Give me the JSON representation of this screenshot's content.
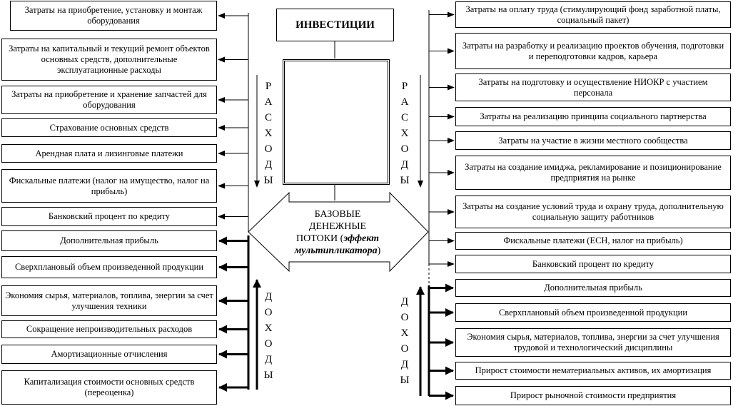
{
  "title": "ИНВЕСТИЦИИ",
  "center": {
    "line1": "БАЗОВЫЕ",
    "line2": "ДЕНЕЖНЫЕ",
    "line3_a": "ПОТОКИ (",
    "line3_b": "эффект",
    "line4_a": "мультипликатора",
    "line4_b": ")"
  },
  "left_expenses_label": [
    "Р",
    "А",
    "С",
    "Х",
    "О",
    "Д",
    "Ы"
  ],
  "left_income_label": [
    "Д",
    "О",
    "Х",
    "О",
    "Д",
    "Ы"
  ],
  "right_expenses_label": [
    "Р",
    "А",
    "С",
    "Х",
    "О",
    "Д",
    "Ы"
  ],
  "right_income_label": [
    "Д",
    "О",
    "Х",
    "О",
    "Д",
    "Ы"
  ],
  "left_expenses": [
    "Затраты на приобретение, установку и монтаж оборудования",
    "Затраты на капитальный и текущий ремонт объектов основных средств, дополнительные эксплуатационные расходы",
    "Затраты на приобретение и хранение запчастей для оборудования",
    "Страхование основных средств",
    "Арендная плата и лизинговые платежи",
    "Фискальные платежи (налог на имущество, налог на прибыль)",
    "Банковский процент по кредиту"
  ],
  "left_income": [
    "Дополнительная прибыль",
    "Сверхплановый объем произведенной продукции",
    "Экономия сырья, материалов, топлива, энергии за счет улучшения техники",
    "Сокращение непроизводительных расходов",
    "Амортизационные отчисления",
    "Капитализация стоимости основных средств (переоценка)"
  ],
  "right_expenses": [
    "Затраты на оплату труда (стимулирующий фонд заработной платы, социальный пакет)",
    "Затраты на разработку и реализацию проектов обучения, подготовки и переподготовки кадров, карьера",
    "Затраты на подготовку и осуществление НИОКР с участием персонала",
    "Затраты на реализацию принципа социального партнерства",
    "Затраты на участие в жизни местного сообщества",
    "Затраты на создание имиджа, рекламирование и позиционирование предприятия на рынке",
    "Затраты на создание условий труда и охрану труда, дополнительную социальную защиту работников",
    "Фискальные платежи (ЕСН, налог на прибыль)",
    "Банковский процент по кредиту"
  ],
  "right_income": [
    "Дополнительная прибыль",
    "Сверхплановый объем произведенной продукции",
    "Экономия сырья, материалов, топлива, энергии за счет улучшения трудовой и технологический дисциплины",
    "Прирост стоимости нематериальных активов, их амортизация",
    "Прирост рыночной стоимости предприятия"
  ]
}
